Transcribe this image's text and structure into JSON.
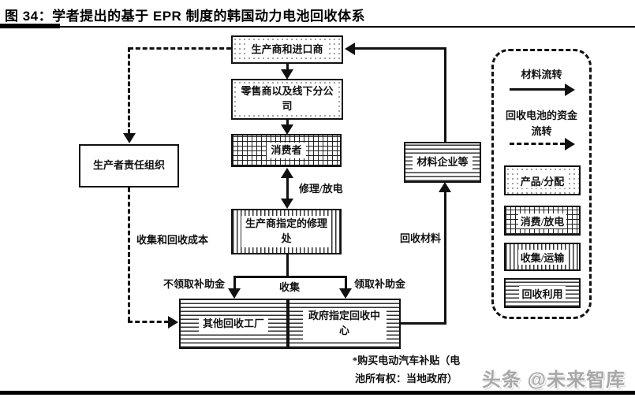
{
  "title": "图 34：学者提出的基于 EPR 制度的韩国动力电池回收体系",
  "watermark": "头条 @未来智库",
  "footnote": {
    "line1": "*购买电动汽车补贴（电",
    "line2": "池所有权：当地政府）"
  },
  "nodes": {
    "producer": "生产商和进口商",
    "retailer": "零售商以及线下分公司",
    "consumer": "消费者",
    "repair": "生产商指定的修理处",
    "other_recycler": "其他回收工厂",
    "gov_recycler": "政府指定回收中心",
    "pro": "生产者责任组织",
    "material": "材料企业等"
  },
  "edge_labels": {
    "repair_discharge": "修理/放电",
    "no_subsidy": "不领取补助金",
    "collect": "收集",
    "subsidy": "领取补助金",
    "collect_cost": "收集和回收成本",
    "recycled_material": "回收材料"
  },
  "legend": {
    "material_flow": "材料流转",
    "fund_flow": "回收电池的资金流转",
    "items": [
      {
        "label": "产品/分配",
        "pattern": "dots"
      },
      {
        "label": "消费/放电",
        "pattern": "grid"
      },
      {
        "label": "收集/运输",
        "pattern": "vertical-stripes"
      },
      {
        "label": "回收利用",
        "pattern": "horizontal-stripes"
      }
    ]
  },
  "colors": {
    "ink": "#111111",
    "watermark": "#a8a8a8"
  }
}
